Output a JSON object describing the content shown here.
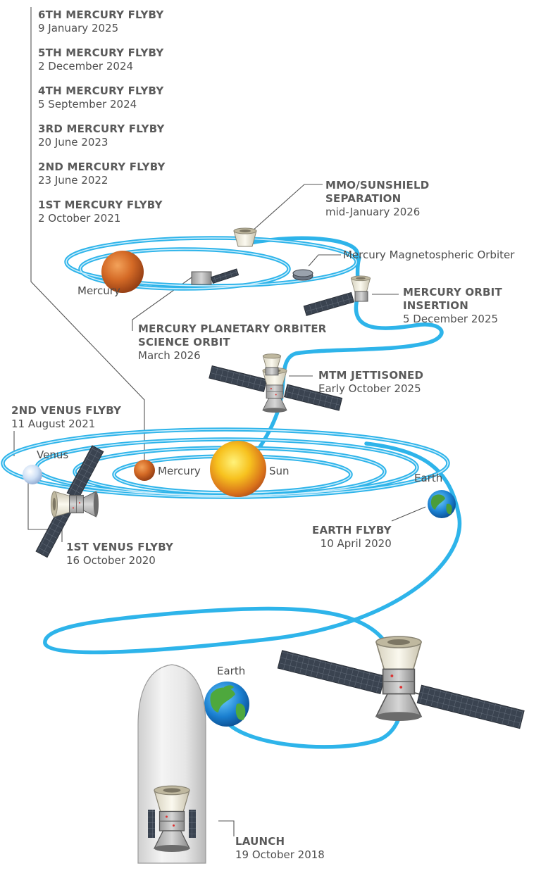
{
  "flybys": [
    {
      "title": "6TH MERCURY FLYBY",
      "date": "9 January 2025"
    },
    {
      "title": "5TH MERCURY FLYBY",
      "date": "2 December 2024"
    },
    {
      "title": "4TH MERCURY FLYBY",
      "date": "5 September 2024"
    },
    {
      "title": "3RD MERCURY FLYBY",
      "date": "20 June 2023"
    },
    {
      "title": "2ND MERCURY FLYBY",
      "date": "23 June 2022"
    },
    {
      "title": "1ST MERCURY FLYBY",
      "date": "2 October 2021"
    }
  ],
  "events": {
    "mmo_sep": {
      "title_1": "MMO/SUNSHIELD",
      "title_2": "SEPARATION",
      "date": "mid-January 2026"
    },
    "mmo": {
      "label": "Mercury Magnetospheric Orbiter"
    },
    "moi": {
      "title_1": "MERCURY ORBIT",
      "title_2": "INSERTION",
      "date": "5 December 2025"
    },
    "mpo": {
      "title_1": "MERCURY PLANETARY ORBITER",
      "title_2": "SCIENCE ORBIT",
      "date": "March 2026"
    },
    "mtm": {
      "title": "MTM JETTISONED",
      "date": "Early October 2025"
    },
    "venus2": {
      "title": "2ND VENUS FLYBY",
      "date": "11 August 2021"
    },
    "venus1": {
      "title": "1ST VENUS FLYBY",
      "date": "16 October 2020"
    },
    "earth_flyby": {
      "title": "EARTH FLYBY",
      "date": "10 April 2020"
    },
    "launch": {
      "title": "LAUNCH",
      "date": "19 October 2018"
    }
  },
  "bodies": {
    "mercury_top": "Mercury",
    "mercury_mid": "Mercury",
    "sun": "Sun",
    "venus": "Venus",
    "earth_mid": "Earth",
    "earth_bottom": "Earth"
  },
  "colors": {
    "orbit": "#2eb4ea",
    "orbit_light": "#bfe9fb",
    "leader": "#555555",
    "panel": "#3c4552",
    "sun": "#f2b01a",
    "mercury": "#c45a1c",
    "venus": "#a9c4e8"
  }
}
